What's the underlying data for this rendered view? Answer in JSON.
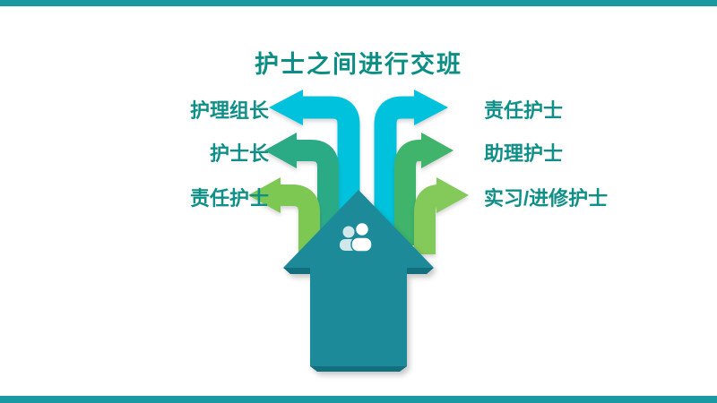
{
  "header": {
    "title": "护士之间进行交班"
  },
  "labels": {
    "left": [
      "护理组长",
      "护士长",
      "责任护士"
    ],
    "right": [
      "责任护士",
      "助理护士",
      "实习/进修护士"
    ]
  },
  "icon": {
    "name": "people-icon"
  },
  "colors": {
    "band": "#1a9aa0",
    "title_text": "#0d8e84",
    "label_text": "#0f8f88",
    "arrow_cyan": "#00c2dc",
    "arrow_green_left": "#2baa86",
    "arrow_green_right": "#3fb46a",
    "arrow_light_left": "#7cc853",
    "arrow_light_right": "#83ca5b",
    "big_arrow": "#1d8a99",
    "big_arrow_shade": "#126f7d",
    "icon_fill": "#ffffff"
  }
}
